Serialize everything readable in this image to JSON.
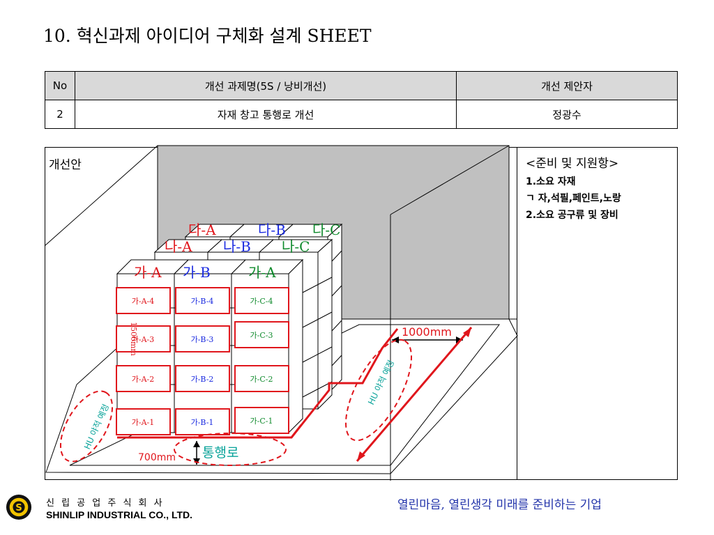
{
  "title": "10. 혁신과제  아이디어 구체화 설계 SHEET",
  "table": {
    "headers": [
      "No",
      "개선 과제명(5S / 낭비개선)",
      "개선 제안자"
    ],
    "row": [
      "2",
      "자재 창고 통행로 개선",
      "정광수"
    ]
  },
  "diagram": {
    "label": "개선안",
    "back_labels": [
      "다-A",
      "다-B",
      "다-C"
    ],
    "mid_labels": [
      "나-A",
      "나-B",
      "나-C"
    ],
    "front_labels": [
      "가-A",
      "가-B",
      "가-A"
    ],
    "column_a": [
      "가-A-4",
      "가-A-3",
      "가-A-2",
      "가-A-1"
    ],
    "column_b": [
      "가-B-4",
      "가-B-3",
      "가-B-2",
      "가-B-1"
    ],
    "column_c": [
      "가-C-4",
      "가-C-3",
      "가-C-2",
      "가-C-1"
    ],
    "width_right": "1000mm",
    "width_front": "700mm",
    "height_text": "1500mm",
    "aisle": "통행로",
    "left_zone": "HU 야적 예정",
    "right_zone": "HU 야적 예정",
    "colors": {
      "red": "#e0161c",
      "blue": "#1b2be0",
      "green": "#0f8a2c",
      "teal": "#0aa39a",
      "wall": "#c0c0c0"
    }
  },
  "side": {
    "heading": "<준비 및 지원항>",
    "lines": [
      "1.소요 자재",
      "ㄱ 자,석필,페인트,노랑",
      "2.소요 공구류 및 장비"
    ]
  },
  "footer": {
    "company_kr": "신 립 공 업 주 식 회 사",
    "company_en": "SHINLIP INDUSTRIAL CO., LTD.",
    "slogan": "열린마음, 열린생각 미래를 준비하는 기업"
  }
}
